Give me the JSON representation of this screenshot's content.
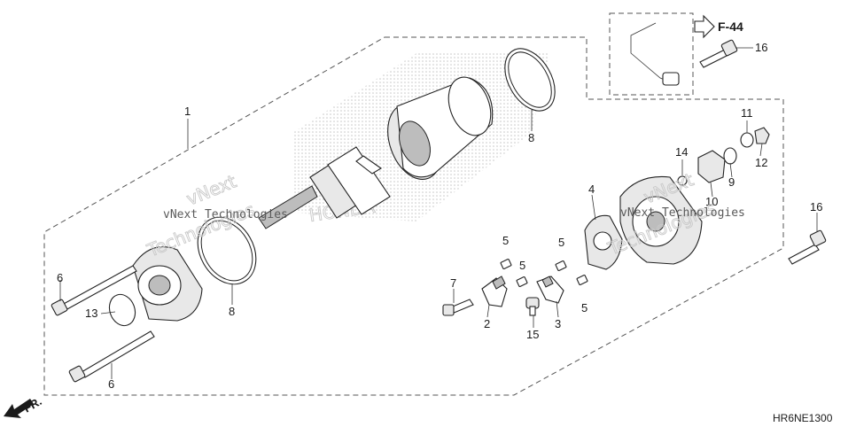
{
  "callouts": {
    "c1": "1",
    "c2": "2",
    "c3": "3",
    "c4": "4",
    "c5a": "5",
    "c5b": "5",
    "c5c": "5",
    "c5d": "5",
    "c6a": "6",
    "c6b": "6",
    "c7": "7",
    "c8a": "8",
    "c8b": "8",
    "c9": "9",
    "c10": "10",
    "c11": "11",
    "c12": "12",
    "c13": "13",
    "c14": "14",
    "c15": "15",
    "c16a": "16",
    "c16b": "16"
  },
  "reference": {
    "label": "F-44"
  },
  "direction": {
    "label": "FR."
  },
  "diagram_code": "HR6NE1300",
  "watermarks": {
    "brand": "HONDA",
    "vnext_1": "vNext",
    "tech_1": "Technologies",
    "line_1": "vNext Technologies",
    "vnext_2": "vNext",
    "tech_2": "Technologies",
    "line_2": "vNext Technologies"
  }
}
